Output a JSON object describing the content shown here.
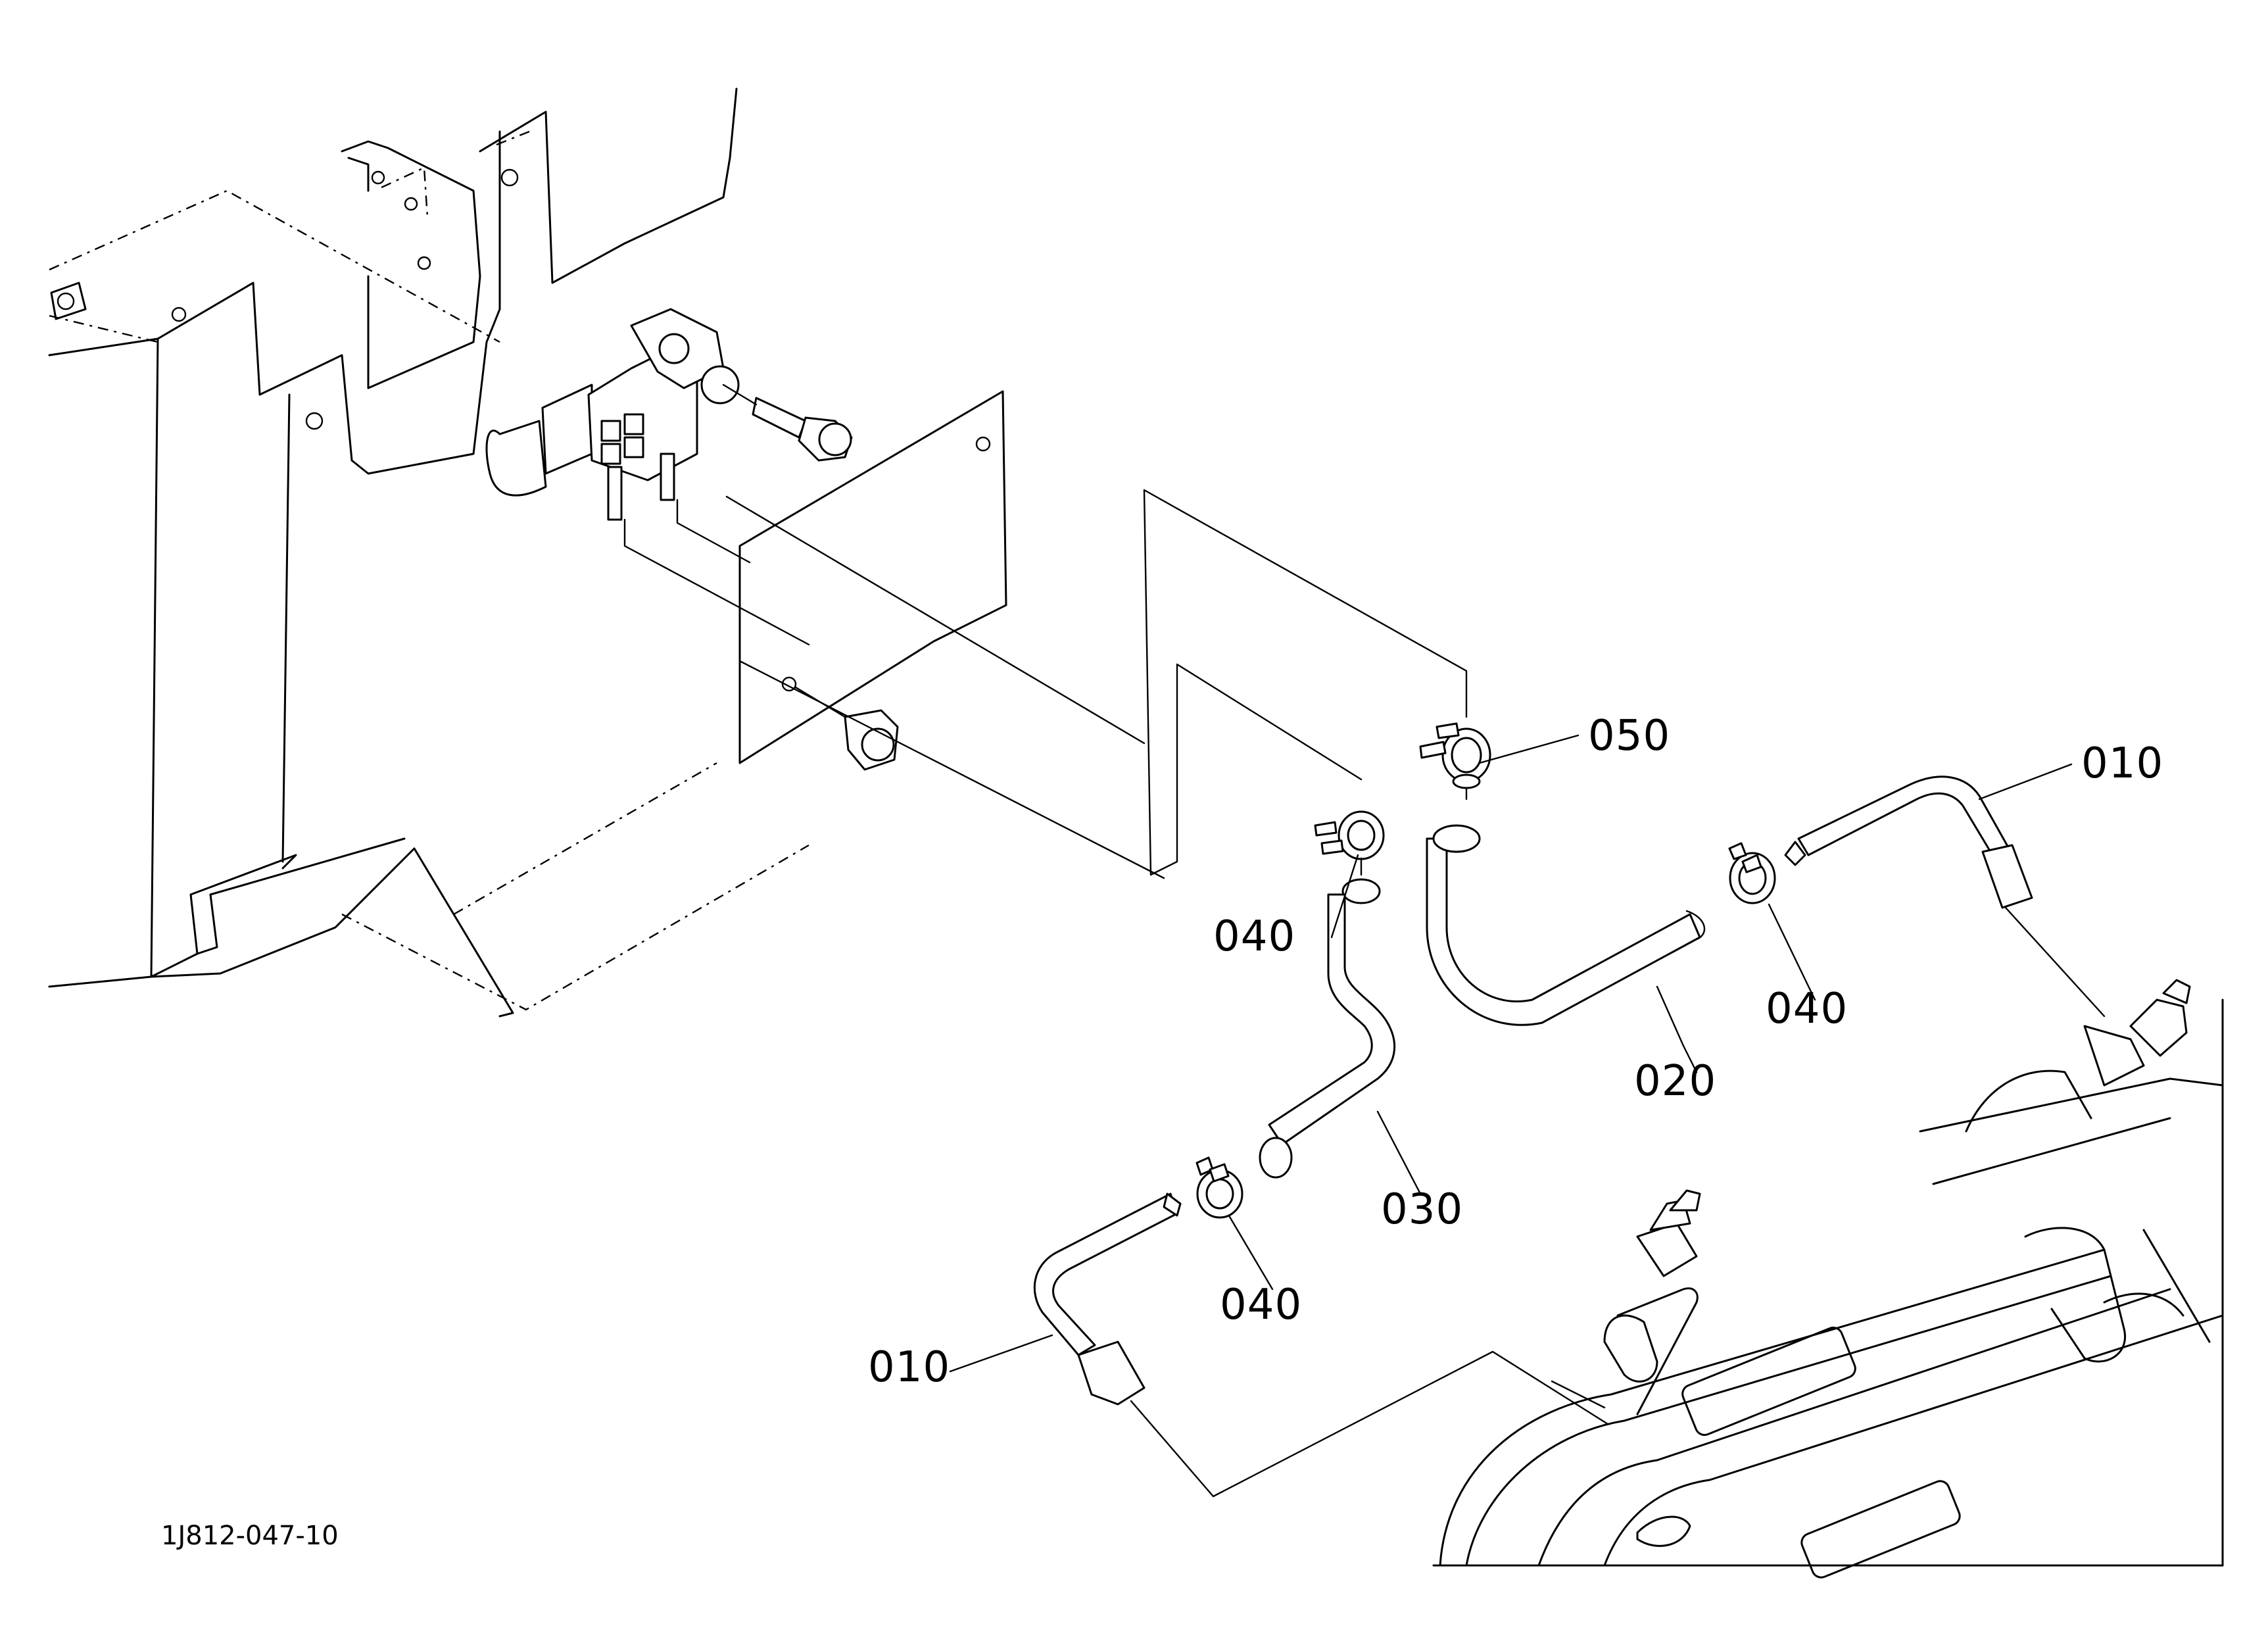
{
  "drawing_number": "1J812-047-10",
  "callouts": {
    "pipe_right": "010",
    "pipe_left": "010",
    "hose_020": "020",
    "hose_030": "030",
    "clamp_top_left": "040",
    "clamp_right": "040",
    "clamp_lower": "040",
    "clamp_050": "050"
  }
}
